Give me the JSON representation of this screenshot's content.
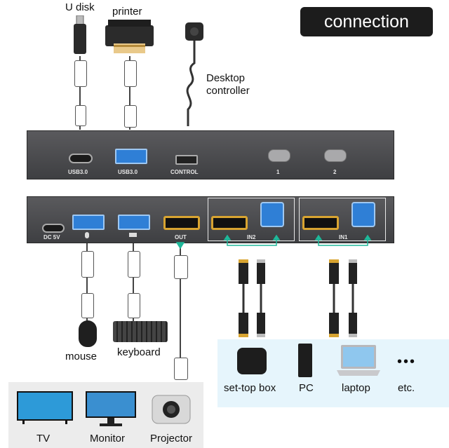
{
  "title": "connection",
  "devices_top": {
    "u_disk": "U disk",
    "printer": "printer",
    "desktop_controller_line1": "Desktop",
    "desktop_controller_line2": "controller"
  },
  "top_panel_ports": {
    "usb_c": "USB3.0",
    "usb_a": "USB3.0",
    "control": "CONTROL",
    "button1": "1",
    "button2": "2"
  },
  "bottom_panel_ports": {
    "dc": "DC 5V",
    "out": "OUT",
    "in2": "IN2",
    "in1": "IN1"
  },
  "peripherals": {
    "mouse": "mouse",
    "keyboard": "keyboard"
  },
  "sources": [
    "set-top box",
    "PC",
    "laptop",
    "etc."
  ],
  "displays": [
    "TV",
    "Monitor",
    "Projector"
  ],
  "colors": {
    "panel": "#4a4b4e",
    "usb_blue": "#2f7fd6",
    "hdmi_gold": "#d8a431",
    "arrow_teal": "#1fb89a",
    "source_bg": "#e6f5fc",
    "display_bg": "#ececec"
  }
}
